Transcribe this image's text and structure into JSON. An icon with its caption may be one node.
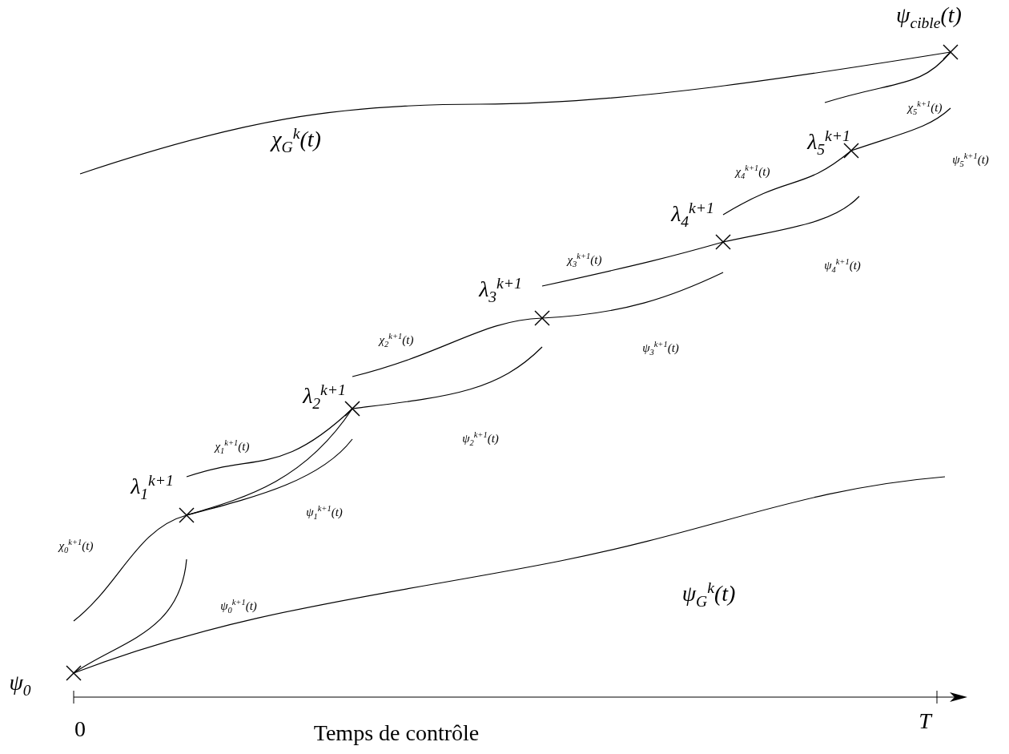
{
  "diagram": {
    "labels": [
      "ψ$_{cible}$(t)",
      "χ$_{5}$$^{k+1}$(t)",
      "λ$_{5}$$^{k+1}$",
      "χ$_{G}$$^{k}$(t)",
      "ψ$_{5}$$^{k+1}$(t)",
      "χ$_{4}$$^{k+1}$(t)",
      "λ$_{4}$$^{k+1}$",
      "χ$_{3}$$^{k+1}$(t)",
      "ψ$_{4}$$^{k+1}$(t)",
      "λ$_{3}$$^{k+1}$",
      "χ$_{2}$$^{k+1}$(t)",
      "ψ$_{3}$$^{k+1}$(t)",
      "λ$_{2}$$^{k+1}$",
      "ψ$_{2}$$^{k+1}$(t)",
      "χ$_{1}$$^{k+1}$(t)",
      "λ$_{1}$$^{k+1}$",
      "ψ$_{1}$$^{k+1}$(t)",
      "χ$_{0}$$^{k+1}$(t)",
      "ψ$_{G}$$^{k}$(t)",
      "ψ$_{0}$$^{k+1}$(t)",
      "ψ$_{0}$",
      "0",
      "T",
      "Temps de contrôle"
    ]
  }
}
